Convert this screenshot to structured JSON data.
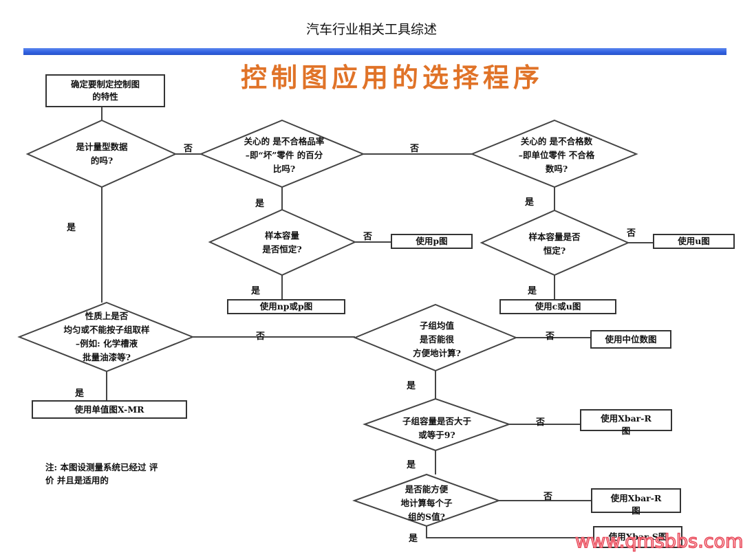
{
  "header": {
    "title": "汽车行业相关工具综述"
  },
  "colors": {
    "accent_bar": "#2f5fe0",
    "title": "#e07328",
    "watermark": "#e94a5a",
    "line": "#444444"
  },
  "diagram": {
    "title": "控制图应用的选择程序",
    "start": "确定要制定控制图\n的特性",
    "decisions": {
      "variable_data": "是计量型数据\n的吗?",
      "nonconforming_rate": "关心的 是不合格品率\n–即“坏”零件 的百分\n比吗?",
      "nonconformities": "关心的 是不合格数\n–即单位零件 不合格\n数吗?",
      "sample_size_p": "样本容量\n是否恒定?",
      "sample_size_u": "样本容量是否\n恒定?",
      "homogeneous": "性质上是否\n均匀或不能按子组取样\n–例如: 化学槽液\n批量油漆等?",
      "subgroup_mean": "子组均值\n是否能很\n方便地计算?",
      "subgroup_size": "子组容量是否大于\n或等于9?",
      "s_value": "是否能方便\n地计算每个子\n组的S值?"
    },
    "results": {
      "p_chart": "使用p图",
      "np_or_p_chart": "使用np或p图",
      "u_chart": "使用u图",
      "c_or_u_chart": "使用c或u图",
      "x_mr_chart": "使用单值图X-MR",
      "median_chart": "使用中位数图",
      "xbar_r_chart_1": "使用Xbar-R\n图",
      "xbar_r_chart_2": "使用Xbar-R\n图",
      "xbar_s_chart": "使用Xbar-S图"
    },
    "labels": {
      "yes": "是",
      "no": "否"
    },
    "note": "注: 本图设测量系统已经过 评\n价   并且是适用的"
  },
  "watermark": "www.qmsbbs.com"
}
